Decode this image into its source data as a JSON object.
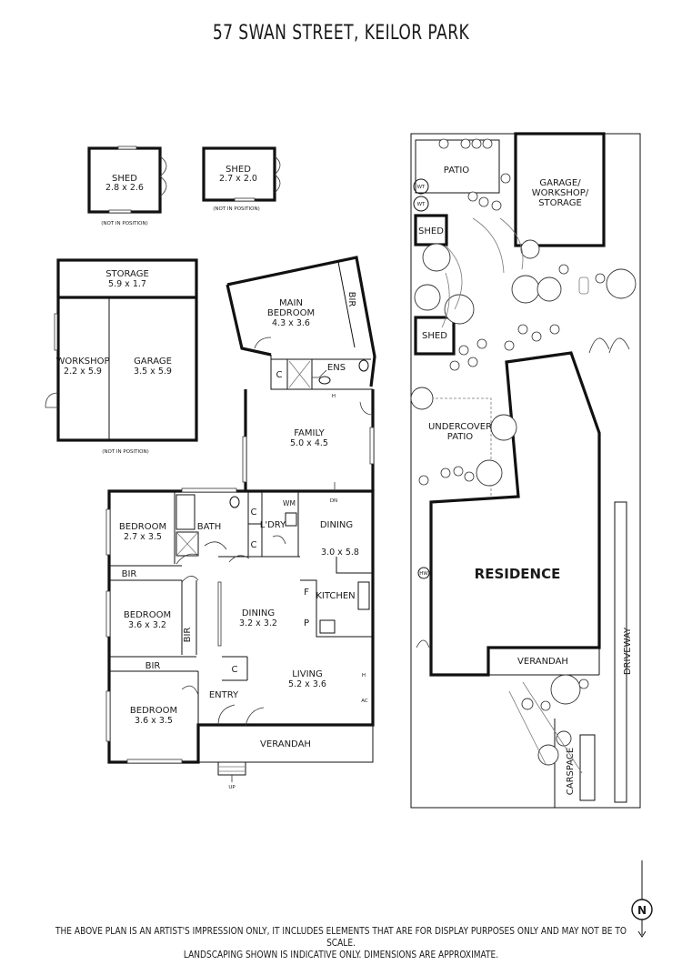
{
  "title": "57 SWAN STREET, KEILOR PARK",
  "outbuildings": {
    "shed_1": {
      "label": "SHED",
      "size": "2.8 x 2.6",
      "note": "(NOT IN POSITION)"
    },
    "shed_2": {
      "label": "SHED",
      "size": "2.7 x 2.0",
      "note": "(NOT IN POSITION)"
    },
    "storage": {
      "label": "STORAGE",
      "size": "5.9 x 1.7"
    },
    "workshop": {
      "label": "WORKSHOP",
      "size": "2.2 x 5.9"
    },
    "garage": {
      "label": "GARAGE",
      "size": "3.5 x 5.9"
    },
    "garage_note": "(NOT IN POSITION)"
  },
  "rooms": {
    "main_bedroom": {
      "label_1": "MAIN",
      "label_2": "BEDROOM",
      "size": "4.3 x 3.6"
    },
    "bir": "BIR",
    "ens": "ENS",
    "c": "C",
    "h": "H",
    "family": {
      "label": "FAMILY",
      "size": "5.0 x 4.5"
    },
    "wm": "WM",
    "dn": "DN",
    "bedroom_1": {
      "label": "BEDROOM",
      "size": "2.7 x 3.5"
    },
    "bath": "BATH",
    "ldry": "L'DRY",
    "dining_1": {
      "label": "DINING",
      "size": "3.0 x 5.8"
    },
    "kitchen": "KITCHEN",
    "f": "F",
    "p": "P",
    "bedroom_2": {
      "label": "BEDROOM",
      "size": "3.6 x 3.2"
    },
    "dining_2": {
      "label": "DINING",
      "size": "3.2 x 3.2"
    },
    "living": {
      "label": "LIVING",
      "size": "5.2 x 3.6"
    },
    "bedroom_3": {
      "label": "BEDROOM",
      "size": "3.6 x 3.5"
    },
    "entry": "ENTRY",
    "verandah": "VERANDAH",
    "up": "UP",
    "ac": "AC"
  },
  "site": {
    "patio": "PATIO",
    "wt": "WT",
    "garage_lines": [
      "GARAGE/",
      "WORKSHOP/",
      "STORAGE"
    ],
    "shed": "SHED",
    "undercover": [
      "UNDERCOVER",
      "PATIO"
    ],
    "hw": "HW",
    "residence": "RESIDENCE",
    "verandah": "VERANDAH",
    "driveway": "DRIVEWAY",
    "carspace": "CARSPACE"
  },
  "compass": "N",
  "disclaimer": [
    "THE ABOVE PLAN IS AN ARTIST'S IMPRESSION ONLY, IT INCLUDES ELEMENTS THAT ARE FOR DISPLAY PURPOSES ONLY AND MAY NOT BE TO SCALE.",
    "LANDSCAPING SHOWN IS INDICATIVE ONLY. DIMENSIONS ARE APPROXIMATE."
  ]
}
